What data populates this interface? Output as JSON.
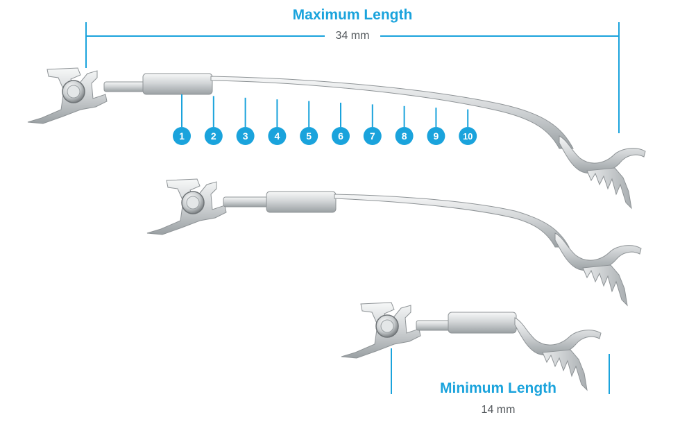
{
  "colors": {
    "accent": "#1aa3dc",
    "metal_light": "#eceeef",
    "metal_mid": "#c4c8cb",
    "metal_dark": "#8e9396",
    "text_gray": "#555a5e"
  },
  "maximum": {
    "title": "Maximum Length",
    "value": "34 mm"
  },
  "minimum": {
    "title": "Minimum Length",
    "value": "14 mm"
  },
  "markers": [
    "1",
    "2",
    "3",
    "4",
    "5",
    "6",
    "7",
    "8",
    "9",
    "10"
  ]
}
